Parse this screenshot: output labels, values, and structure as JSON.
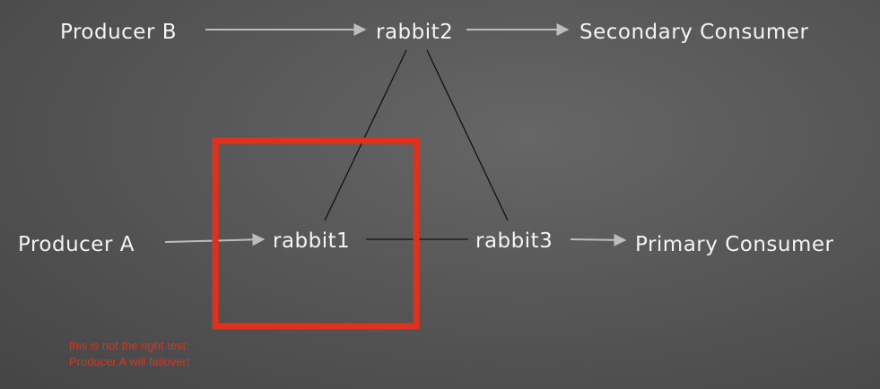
{
  "nodes": {
    "producer_b": "Producer B",
    "rabbit2": "rabbit2",
    "secondary_consumer": "Secondary Consumer",
    "producer_a": "Producer A",
    "rabbit1": "rabbit1",
    "rabbit3": "rabbit3",
    "primary_consumer": "Primary Consumer"
  },
  "annotation": {
    "line1": "this is not the right test:",
    "line2": "Producer A will failover!"
  },
  "colors": {
    "highlight_box": "#e0301e",
    "annotation_text": "#e0301e",
    "node_text": "#f4f4f4",
    "arrow": "#bdbdbd",
    "link_line": "#111111"
  }
}
